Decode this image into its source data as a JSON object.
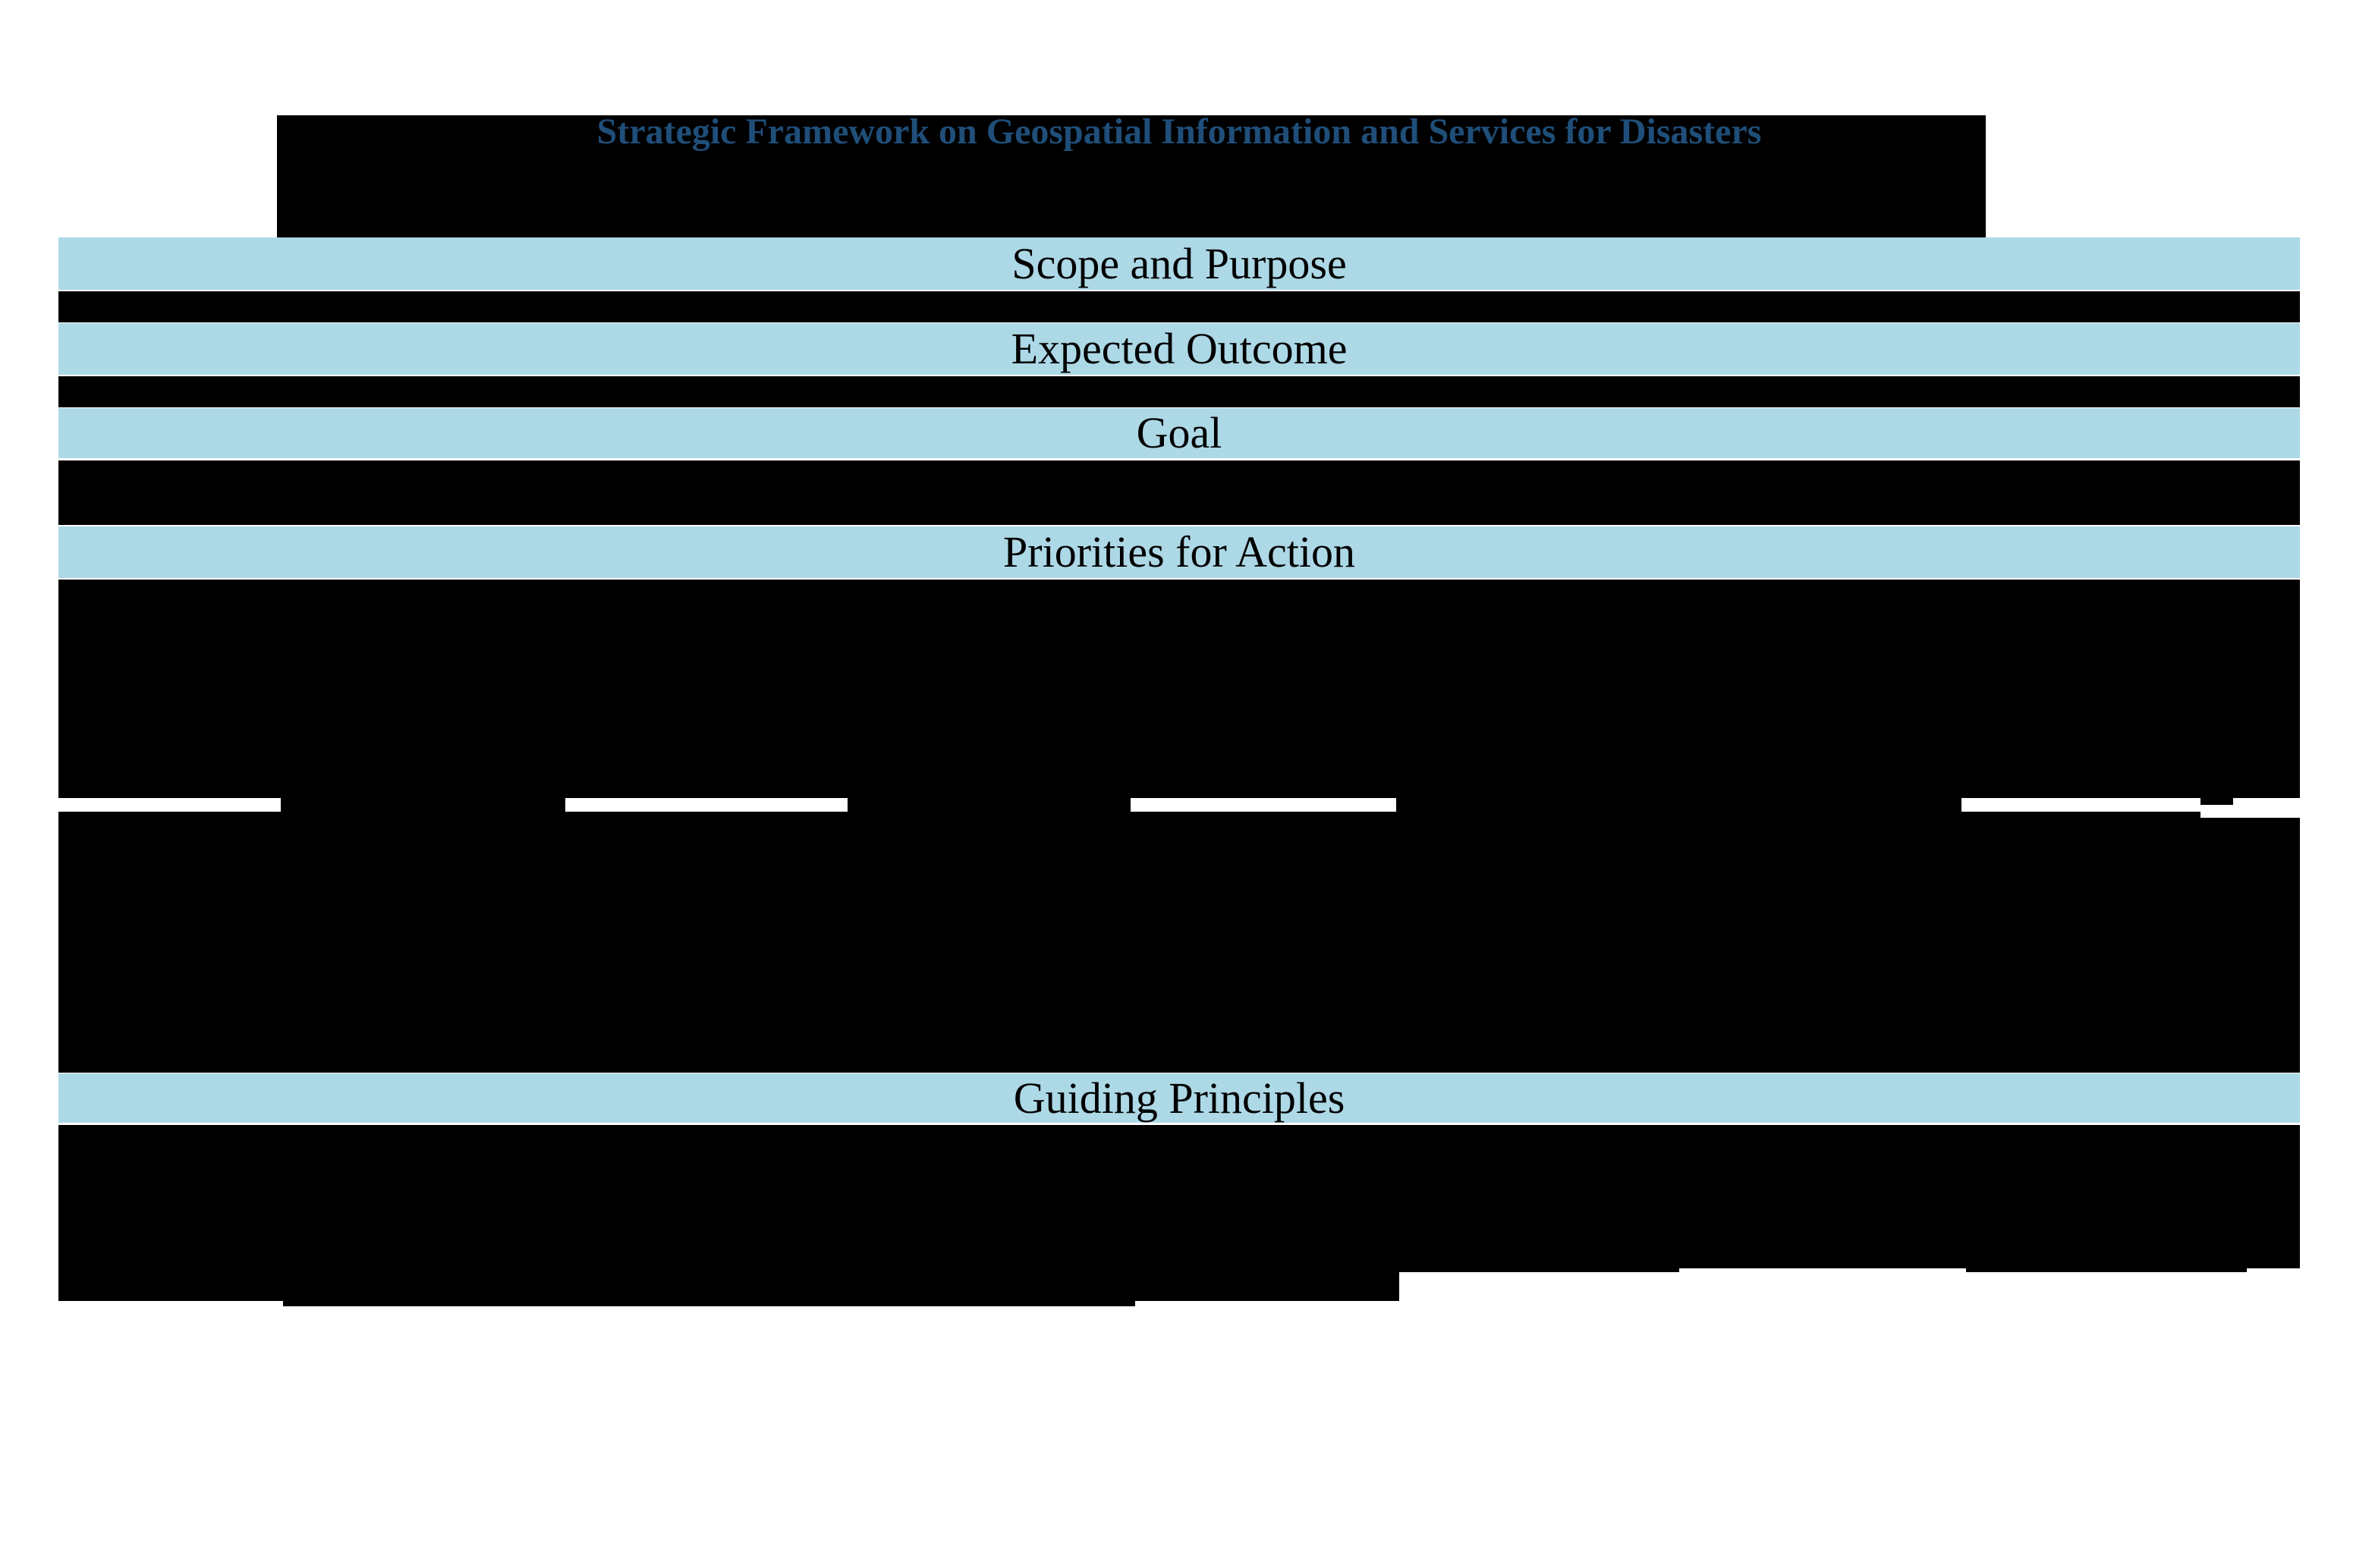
{
  "document": {
    "title": "Strategic Framework on Geospatial Information and Services for Disasters"
  },
  "sections": [
    {
      "label": "Scope and Purpose"
    },
    {
      "label": "Expected Outcome"
    },
    {
      "label": "Goal"
    },
    {
      "label": "Priorities for Action"
    },
    {
      "label": "Guiding Principles"
    }
  ],
  "colors": {
    "page_background": "#FFFFFF",
    "section_header_background": "#ADD8E6",
    "section_header_text": "#000000",
    "title_text": "#1F4E79",
    "redaction": "#000000"
  }
}
